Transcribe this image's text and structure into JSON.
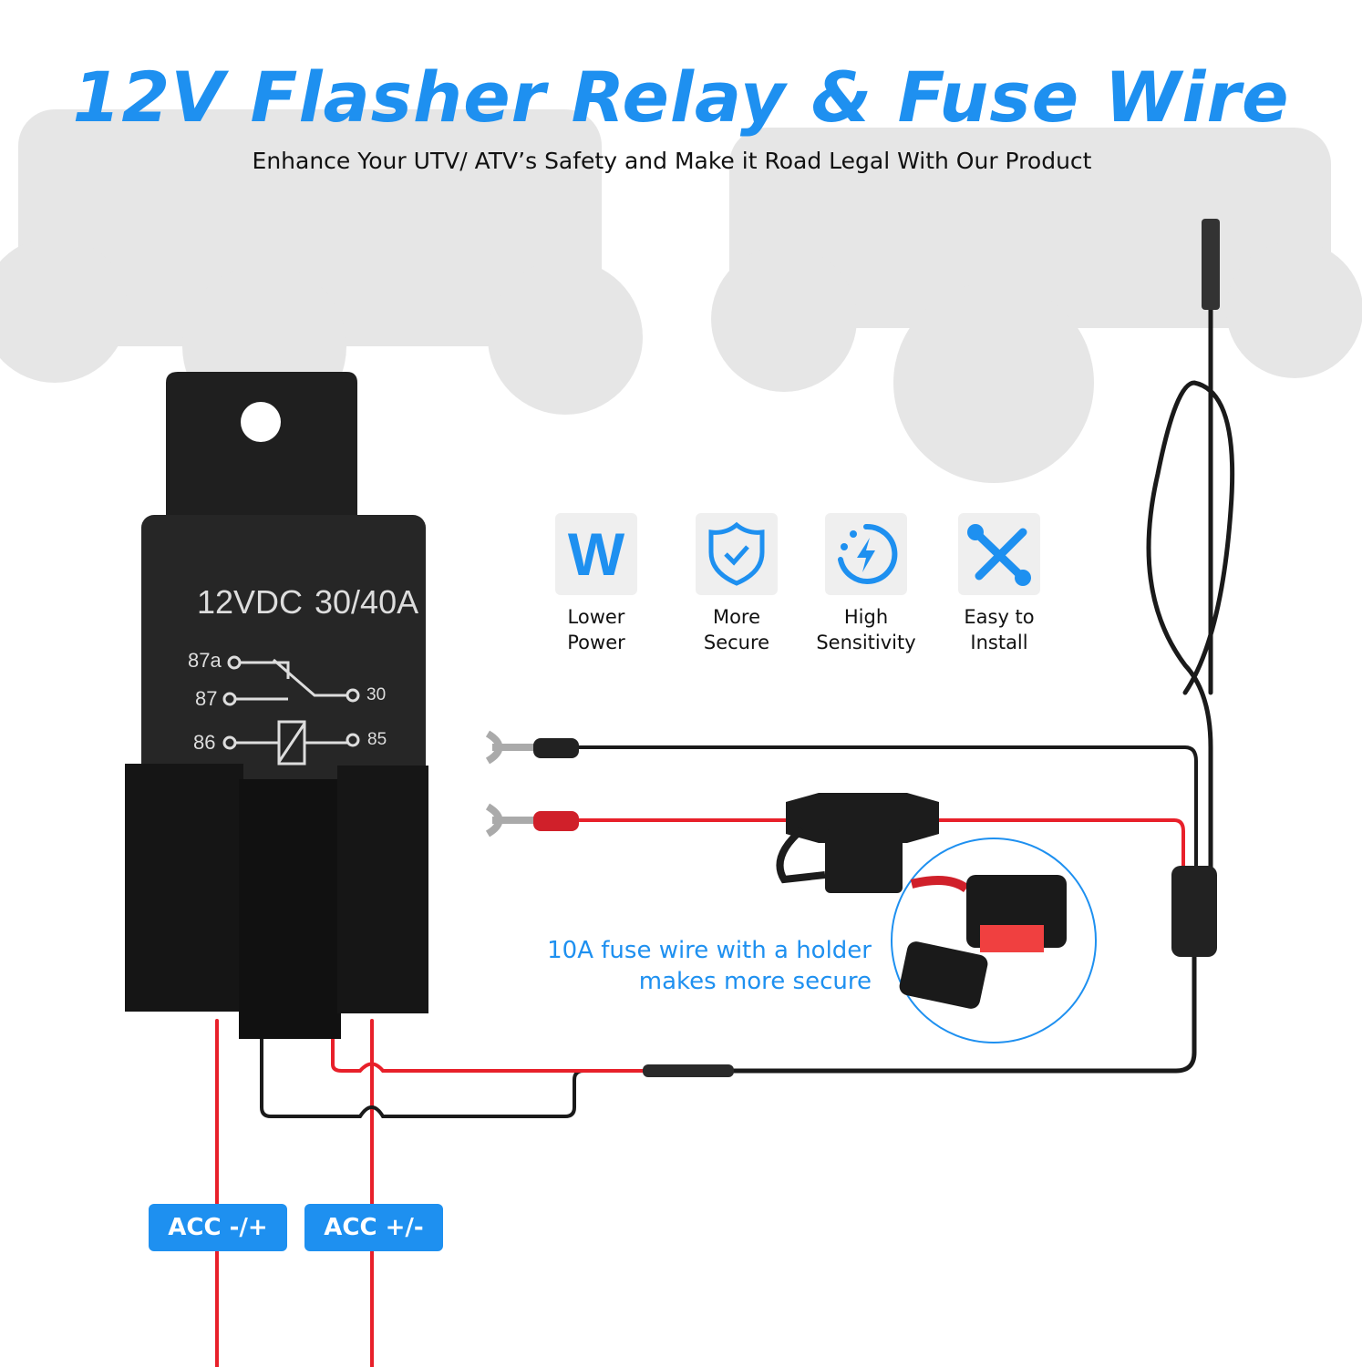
{
  "header": {
    "title": "12V Flasher Relay & Fuse Wire",
    "subtitle": "Enhance Your UTV/ ATV’s Safety and Make it Road Legal With Our Product"
  },
  "relay": {
    "voltage": "12VDC",
    "current": "30/40A",
    "pins": [
      "87a",
      "87",
      "86",
      "30",
      "85"
    ]
  },
  "features": [
    {
      "icon": "watt-icon",
      "glyph": "W",
      "line1": "Lower",
      "line2": "Power"
    },
    {
      "icon": "shield-check-icon",
      "line1": "More",
      "line2": "Secure"
    },
    {
      "icon": "lightning-icon",
      "line1": "High",
      "line2": "Sensitivity"
    },
    {
      "icon": "tools-icon",
      "line1": "Easy to",
      "line2": "Install"
    }
  ],
  "fuse_note": {
    "line1": "10A fuse wire with a holder",
    "line2": "makes more secure"
  },
  "tags": {
    "left": "ACC -/+",
    "right": "ACC +/-"
  },
  "colors": {
    "accent": "#1e90f0",
    "wire_red": "#e8202a",
    "wire_black": "#1a1a1a"
  }
}
